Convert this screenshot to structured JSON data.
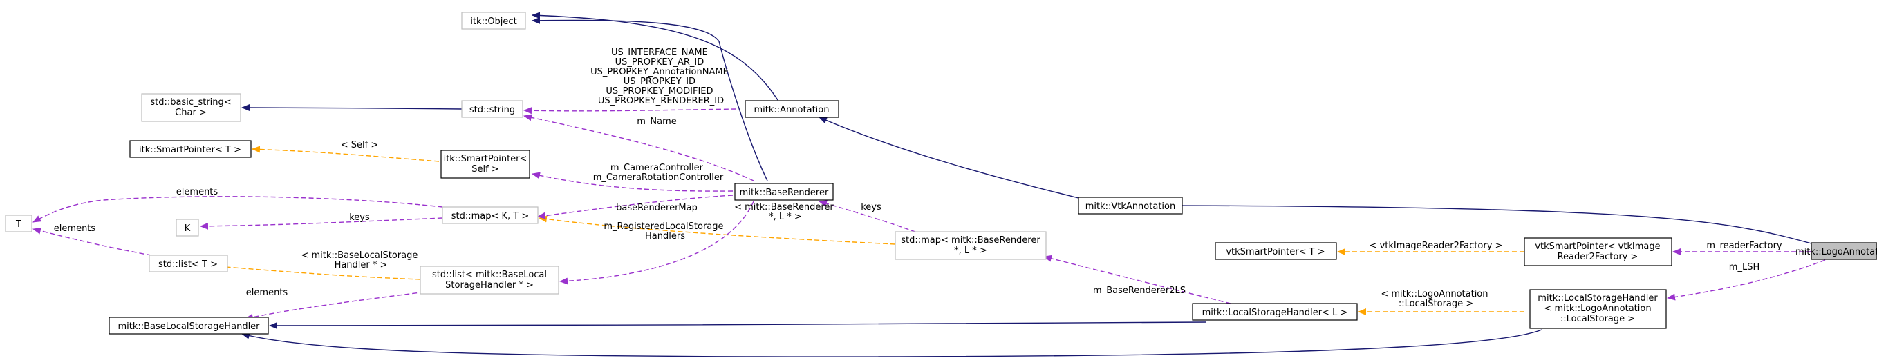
{
  "diagram": {
    "type": "collaboration-graph",
    "nodes": [
      {
        "id": "logo",
        "lines": [
          "mitk::LogoAnnotation"
        ],
        "style": "focus"
      },
      {
        "id": "vtkann",
        "lines": [
          "mitk::VtkAnnotation"
        ],
        "style": "normal"
      },
      {
        "id": "ann",
        "lines": [
          "mitk::Annotation"
        ],
        "style": "normal"
      },
      {
        "id": "itkobj",
        "lines": [
          "itk::Object"
        ],
        "style": "grey"
      },
      {
        "id": "str",
        "lines": [
          "std::string"
        ],
        "style": "grey"
      },
      {
        "id": "bstr",
        "lines": [
          "std::basic_string<",
          "Char >"
        ],
        "style": "grey"
      },
      {
        "id": "itksp",
        "lines": [
          "itk::SmartPointer< T >"
        ],
        "style": "normal"
      },
      {
        "id": "itkspself",
        "lines": [
          "itk::SmartPointer<",
          "Self >"
        ],
        "style": "normal"
      },
      {
        "id": "br",
        "lines": [
          "mitk::BaseRenderer"
        ],
        "style": "normal"
      },
      {
        "id": "T",
        "lines": [
          "T"
        ],
        "style": "grey"
      },
      {
        "id": "K",
        "lines": [
          "K"
        ],
        "style": "grey"
      },
      {
        "id": "stdmapkt",
        "lines": [
          "std::map< K, T >"
        ],
        "style": "grey"
      },
      {
        "id": "stdlistt",
        "lines": [
          "std::list< T >"
        ],
        "style": "grey"
      },
      {
        "id": "stdlistbl",
        "lines": [
          "std::list< mitk::BaseLocal",
          "StorageHandler * >"
        ],
        "style": "grey"
      },
      {
        "id": "bls",
        "lines": [
          "mitk::BaseLocalStorageHandler"
        ],
        "style": "normal"
      },
      {
        "id": "stdmapbr",
        "lines": [
          "std::map< mitk::BaseRenderer",
          "*, L * >"
        ],
        "style": "grey"
      },
      {
        "id": "lsh",
        "lines": [
          "mitk::LocalStorageHandler< L >"
        ],
        "style": "normal"
      },
      {
        "id": "vtksp",
        "lines": [
          "vtkSmartPointer< T >"
        ],
        "style": "normal"
      },
      {
        "id": "vtkspimg",
        "lines": [
          "vtkSmartPointer< vtkImage",
          "Reader2Factory >"
        ],
        "style": "normal"
      },
      {
        "id": "lshlogo",
        "lines": [
          "mitk::LocalStorageHandler",
          "< mitk::LogoAnnotation",
          "::LocalStorage >"
        ],
        "style": "normal"
      }
    ],
    "edge_labels": [
      {
        "id": "us",
        "lines": [
          "US_INTERFACE_NAME",
          "US_PROPKEY_AR_ID",
          "US_PROPKEY_AnnotationNAME",
          "US_PROPKEY_ID",
          "US_PROPKEY_MODIFIED",
          "US_PROPKEY_RENDERER_ID"
        ]
      },
      {
        "id": "mname",
        "lines": [
          "m_Name"
        ]
      },
      {
        "id": "self",
        "lines": [
          "< Self >"
        ]
      },
      {
        "id": "camctl",
        "lines": [
          "m_CameraController",
          "m_CameraRotationController"
        ]
      },
      {
        "id": "elements_t",
        "lines": [
          "elements"
        ]
      },
      {
        "id": "keys_k",
        "lines": [
          "keys"
        ]
      },
      {
        "id": "brmap",
        "lines": [
          "baseRendererMap"
        ]
      },
      {
        "id": "elements_list",
        "lines": [
          "elements"
        ]
      },
      {
        "id": "blsh",
        "lines": [
          "< mitk::BaseLocalStorage",
          "Handler * >"
        ]
      },
      {
        "id": "regls",
        "lines": [
          "m_RegisteredLocalStorage",
          "Handlers"
        ]
      },
      {
        "id": "brlt",
        "lines": [
          "< mitk::BaseRenderer",
          "*, L * >"
        ]
      },
      {
        "id": "keys_br",
        "lines": [
          "keys"
        ]
      },
      {
        "id": "elements_bls",
        "lines": [
          "elements"
        ]
      },
      {
        "id": "br2ls",
        "lines": [
          "m_BaseRenderer2LS"
        ]
      },
      {
        "id": "vtkirf",
        "lines": [
          "< vtkImageReader2Factory >"
        ]
      },
      {
        "id": "readerfactory",
        "lines": [
          "m_readerFactory"
        ]
      },
      {
        "id": "mlsh",
        "lines": [
          "m_LSH"
        ]
      },
      {
        "id": "logols",
        "lines": [
          "< mitk::LogoAnnotation",
          "::LocalStorage >"
        ]
      }
    ],
    "colors": {
      "inheritance": "#191970",
      "usage": "#9a32cd",
      "template": "#ffa500",
      "grey_border": "#bfbfbf",
      "focus_fill": "#bfbfbf"
    }
  }
}
